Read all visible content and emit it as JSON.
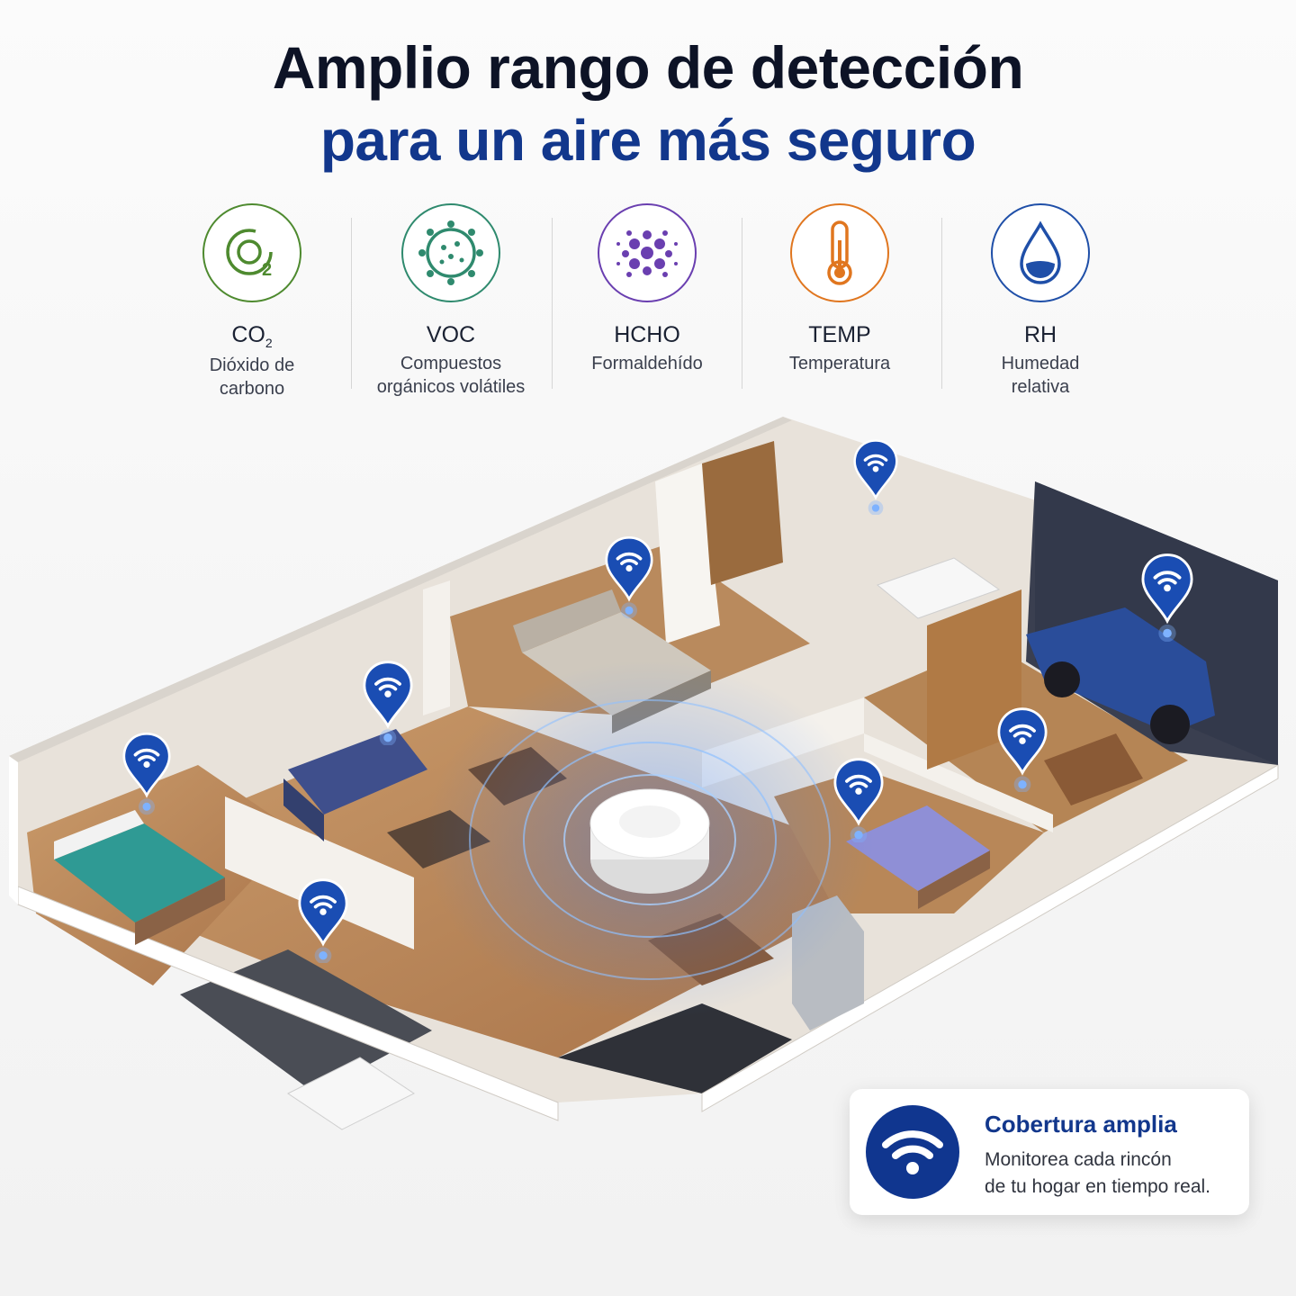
{
  "title": {
    "line1": "Amplio rango de detección",
    "line2": "para un aire más seguro"
  },
  "features": [
    {
      "code_main": "CO",
      "code_sub": "2",
      "desc1": "Dióxido de",
      "desc2": "carbono",
      "icon": "co2-icon",
      "color": "#4e8a2f"
    },
    {
      "code_main": "VOC",
      "code_sub": "",
      "desc1": "Compuestos",
      "desc2": "orgánicos volátiles",
      "icon": "voc-molecule-icon",
      "color": "#2f8a6e"
    },
    {
      "code_main": "HCHO",
      "code_sub": "",
      "desc1": "Formaldehído",
      "desc2": "",
      "icon": "hcho-particles-icon",
      "color": "#6a3fb0"
    },
    {
      "code_main": "TEMP",
      "code_sub": "",
      "desc1": "Temperatura",
      "desc2": "",
      "icon": "thermometer-icon",
      "color": "#e0761f"
    },
    {
      "code_main": "RH",
      "code_sub": "",
      "desc1": "Humedad",
      "desc2": "relativa",
      "icon": "water-drop-icon",
      "color": "#1f4fa8"
    }
  ],
  "scene": {
    "illustration": "isometric-floor-plan",
    "sensor_pin_icon": "wifi-location-pin-icon",
    "device_icon": "air-quality-sensor-device"
  },
  "card": {
    "title": "Cobertura amplia",
    "line1": "Monitorea cada rincón",
    "line2": "de tu hogar en tiempo real.",
    "icon": "wifi-icon",
    "accent": "#10368f"
  }
}
